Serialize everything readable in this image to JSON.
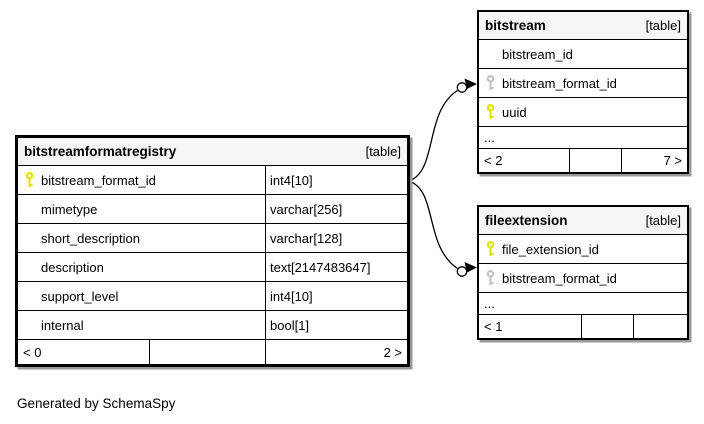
{
  "note": "Generated by SchemaSpy",
  "colors": {
    "pk_key": "#e3e300",
    "fk_key": "#c2c2c2",
    "header_bg": "#f5f5f5",
    "border": "#000000",
    "shadow": "#9a9a9a"
  },
  "tables": {
    "main": {
      "name": "bitstreamformatregistry",
      "tag": "[table]",
      "columns": [
        {
          "name": "bitstream_format_id",
          "type": "int4[10]",
          "key": "pk"
        },
        {
          "name": "mimetype",
          "type": "varchar[256]",
          "key": "none"
        },
        {
          "name": "short_description",
          "type": "varchar[128]",
          "key": "none"
        },
        {
          "name": "description",
          "type": "text[2147483647]",
          "key": "none"
        },
        {
          "name": "support_level",
          "type": "int4[10]",
          "key": "none"
        },
        {
          "name": "internal",
          "type": "bool[1]",
          "key": "none"
        }
      ],
      "footer": {
        "left": "< 0",
        "middle": "",
        "right": "2 >"
      }
    },
    "bitstream": {
      "name": "bitstream",
      "tag": "[table]",
      "columns": [
        {
          "name": "bitstream_id",
          "key": "none"
        },
        {
          "name": "bitstream_format_id",
          "key": "fk"
        },
        {
          "name": "uuid",
          "key": "pk"
        }
      ],
      "ellipsis": "...",
      "footer": {
        "left": "< 2",
        "middle": "",
        "right": "7 >"
      }
    },
    "fileextension": {
      "name": "fileextension",
      "tag": "[table]",
      "columns": [
        {
          "name": "file_extension_id",
          "key": "pk"
        },
        {
          "name": "bitstream_format_id",
          "key": "fk"
        }
      ],
      "ellipsis": "...",
      "footer": {
        "left": "< 1",
        "middle": "",
        "right": ""
      }
    }
  }
}
